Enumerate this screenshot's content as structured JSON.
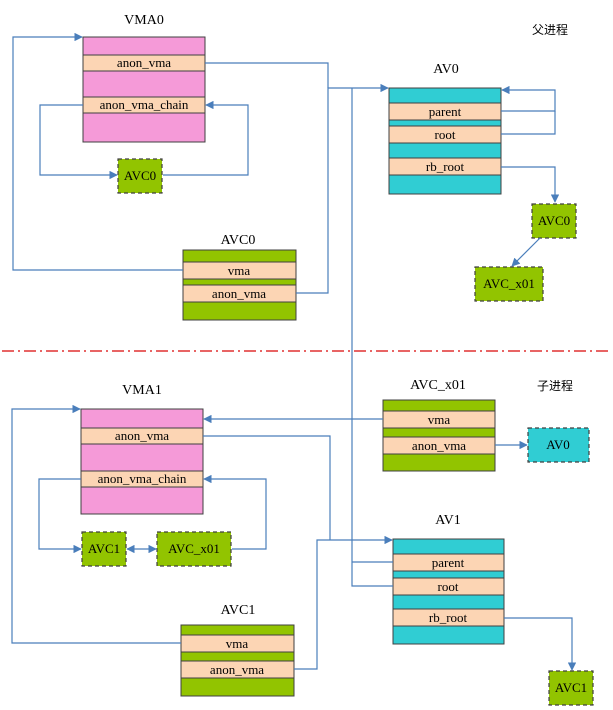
{
  "labels": {
    "parent_process": "父进程",
    "child_process": "子进程"
  },
  "vma0": {
    "title": "VMA0",
    "anon_vma": "anon_vma",
    "anon_vma_chain": "anon_vma_chain",
    "avc": "AVC0"
  },
  "avc0": {
    "title": "AVC0",
    "vma": "vma",
    "anon_vma": "anon_vma"
  },
  "av0": {
    "title": "AV0",
    "parent": "parent",
    "root": "root",
    "rb_root": "rb_root",
    "avc": "AVC0",
    "avc_x01": "AVC_x01"
  },
  "vma1": {
    "title": "VMA1",
    "anon_vma": "anon_vma",
    "anon_vma_chain": "anon_vma_chain",
    "avc1": "AVC1",
    "avc_x01": "AVC_x01"
  },
  "avc1": {
    "title": "AVC1",
    "vma": "vma",
    "anon_vma": "anon_vma"
  },
  "avc_x01": {
    "title": "AVC_x01",
    "vma": "vma",
    "anon_vma": "anon_vma",
    "av": "AV0"
  },
  "av1": {
    "title": "AV1",
    "parent": "parent",
    "root": "root",
    "rb_root": "rb_root",
    "avc": "AVC1"
  },
  "colors": {
    "vma_pink": "#f59ad8",
    "field_peach": "#fcd5b4",
    "avc_green": "#92c400",
    "av_cyan": "#30cdd3",
    "arrow_blue": "#4a7ebb",
    "divider_red": "#e03030"
  }
}
